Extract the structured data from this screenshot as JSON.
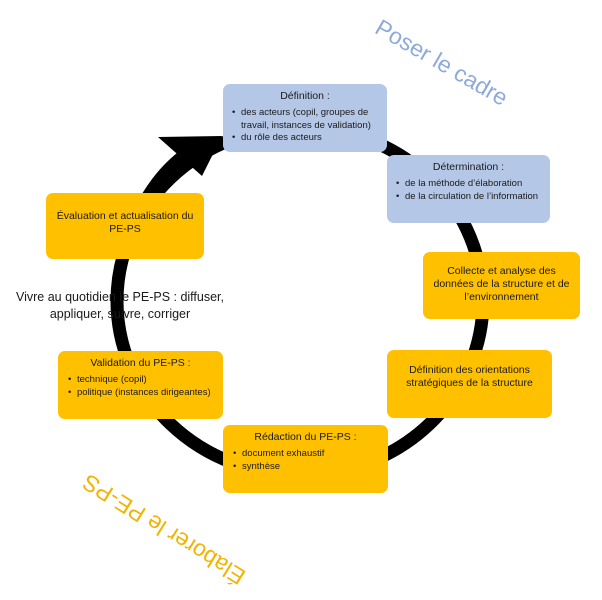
{
  "colors": {
    "blue_box": "#b4c7e7",
    "orange_box": "#ffc000",
    "cycle_ring": "#000000",
    "poser_label": "#8ea9db",
    "elaborer_label": "#f2b400"
  },
  "labels": {
    "poser_le_cadre": "Poser le cadre",
    "elaborer_le_pe_ps": "Élaborer le PE-PS"
  },
  "boxes": {
    "definition": {
      "title": "Définition :",
      "items": [
        "des acteurs (copil, groupes de travail, instances de validation)",
        "du rôle des acteurs"
      ]
    },
    "determination": {
      "title": "Détermination :",
      "items": [
        "de la méthode d’élaboration",
        "de la circulation de l’information"
      ]
    },
    "collecte": {
      "title": "Collecte et analyse des données de la structure et de l’environnement"
    },
    "orientations": {
      "title": "Définition des orientations stratégiques de la structure"
    },
    "redaction": {
      "title": "Rédaction du PE-PS :",
      "items": [
        "document exhaustif",
        "synthèse"
      ]
    },
    "validation": {
      "title": "Validation du PE-PS :",
      "items": [
        "technique (copil)",
        "politique (instances dirigeantes)"
      ]
    },
    "evaluation": {
      "title": "Évaluation et actualisation du PE-PS"
    }
  },
  "center_text": "Vivre au quotidien le PE-PS : diffuser, appliquer, suivre, corriger"
}
